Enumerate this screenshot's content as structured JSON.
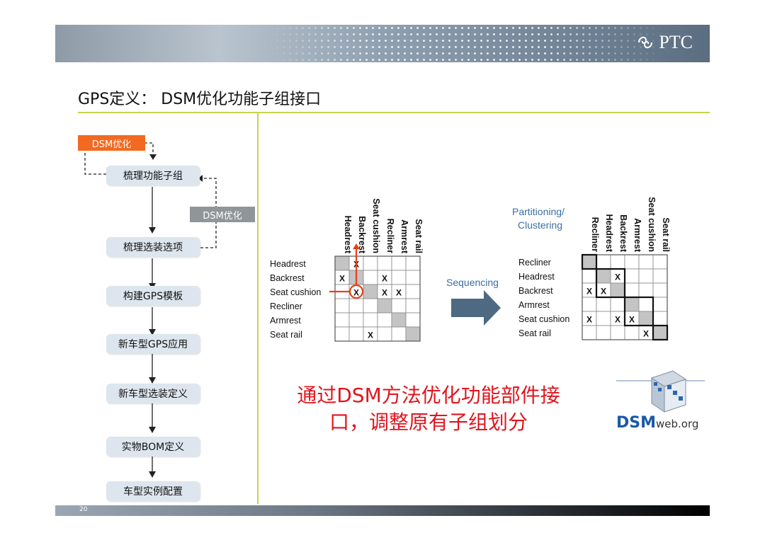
{
  "header": {
    "logo_text": "PTC"
  },
  "slide": {
    "title": "GPS定义： DSM优化功能子组接口",
    "page_number": "20"
  },
  "flow": {
    "tag_top": "DSM优化",
    "tag_side": "DSM优化",
    "steps": [
      "梳理功能子组",
      "梳理选装选项",
      "构建GPS模板",
      "新车型GPS应用",
      "新车型选装定义",
      "实物BOM定义",
      "车型实例配置"
    ]
  },
  "dsm": {
    "left_rows": [
      "Headrest",
      "Backrest",
      "Seat cushion",
      "Recliner",
      "Armrest",
      "Seat rail"
    ],
    "left_cols": [
      "Headrest",
      "Backrest",
      "Seat cushion",
      "Recliner",
      "Armrest",
      "Seat rail"
    ],
    "left_marks": [
      [
        0,
        1
      ],
      [
        1,
        0
      ],
      [
        1,
        3
      ],
      [
        2,
        1
      ],
      [
        2,
        3
      ],
      [
        2,
        4
      ],
      [
        5,
        2
      ]
    ],
    "arrow_label": "Sequencing",
    "right_caption_1": "Partitioning/",
    "right_caption_2": "Clustering",
    "right_rows": [
      "Recliner",
      "Headrest",
      "Backrest",
      "Armrest",
      "Seat cushion",
      "Seat rail"
    ],
    "right_cols": [
      "Recliner",
      "Headrest",
      "Backrest",
      "Armrest",
      "Seat cushion",
      "Seat rail"
    ],
    "right_marks": [
      [
        1,
        2
      ],
      [
        2,
        0
      ],
      [
        2,
        1
      ],
      [
        4,
        0
      ],
      [
        4,
        2
      ],
      [
        4,
        3
      ],
      [
        5,
        4
      ]
    ],
    "mark_symbol": "X"
  },
  "callout": {
    "line1": "通过DSM方法优化功能部件接",
    "line2": "口，调整原有子组划分"
  },
  "brand": {
    "main": "DSM",
    "suffix": "web.org"
  },
  "colors": {
    "tag_orange": "#f26a21",
    "tag_gray": "#8f9599",
    "callout_red": "#e1141e",
    "arrow_blue": "#4d6a82",
    "diag_gray": "#c4c4c4"
  }
}
